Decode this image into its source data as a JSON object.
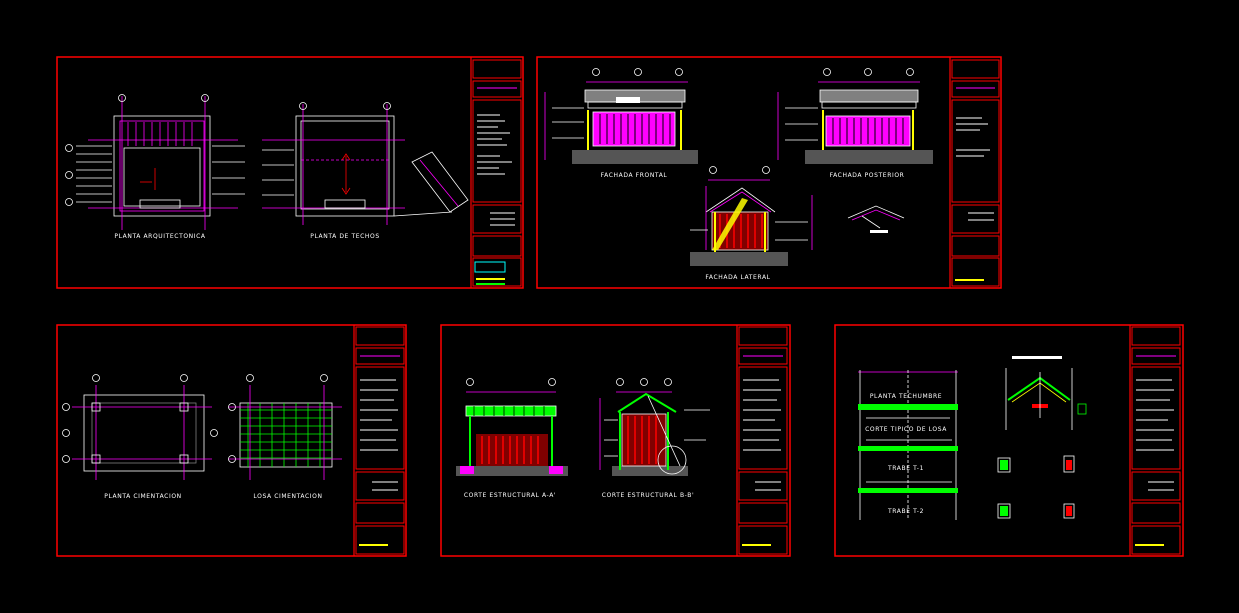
{
  "colors": {
    "background": "#000000",
    "sheet_border": "#ff0000",
    "accent_magenta": "#ff00ff",
    "accent_green": "#00ff00",
    "accent_yellow": "#ffff00",
    "text": "#ffffff"
  },
  "sheets": [
    {
      "id": "sheet-1",
      "labels": [
        "PLANTA ARQUITECTONICA",
        "PLANTA DE TECHOS"
      ]
    },
    {
      "id": "sheet-2",
      "labels": [
        "FACHADA FRONTAL",
        "FACHADA POSTERIOR",
        "FACHADA LATERAL"
      ]
    },
    {
      "id": "sheet-3",
      "labels": [
        "PLANTA CIMENTACION",
        "LOSA CIMENTACION"
      ]
    },
    {
      "id": "sheet-4",
      "labels": [
        "CORTE ESTRUCTURAL A-A'",
        "CORTE ESTRUCTURAL B-B'"
      ]
    },
    {
      "id": "sheet-5",
      "labels": [
        "PLANTA TECHUMBRE",
        "CORTE TIPICO DE LOSA",
        "TRABE T-1",
        "TRABE T-2"
      ]
    }
  ]
}
